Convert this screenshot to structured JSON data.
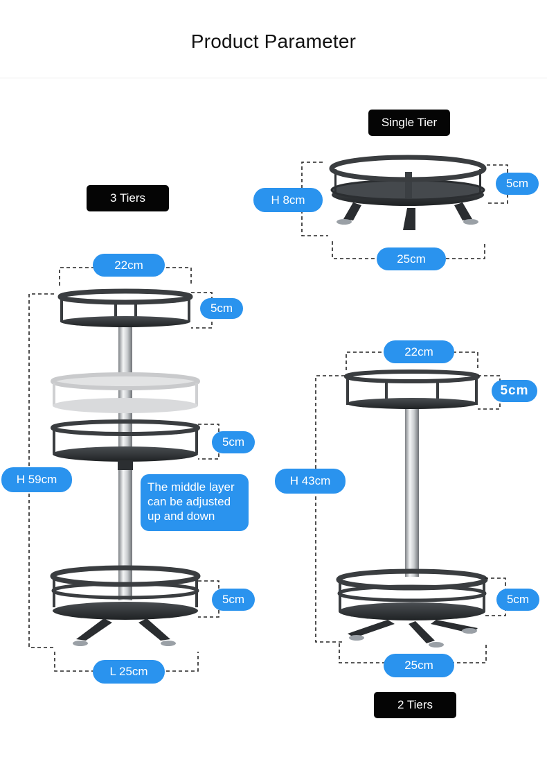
{
  "title": "Product Parameter",
  "colors": {
    "accent": "#2a93ee",
    "tag_bg": "#050505",
    "rack": "#3a3d40"
  },
  "single_tier": {
    "label": "Single Tier",
    "height": "H 8cm",
    "tier_height": "5cm",
    "diameter": "25cm"
  },
  "three_tiers": {
    "label": "3 Tiers",
    "top_diameter": "22cm",
    "tier_height_top": "5cm",
    "tier_height_middle": "5cm",
    "tier_height_bottom": "5cm",
    "height": "H 59cm",
    "length": "L 25cm",
    "note_lines": [
      "The middle layer",
      "can be adjusted",
      "up and down"
    ]
  },
  "two_tiers": {
    "label": "2 Tiers",
    "top_diameter": "22cm",
    "tier_height_top": "5cm",
    "tier_height_bottom": "5cm",
    "height": "H 43cm",
    "diameter": "25cm"
  }
}
